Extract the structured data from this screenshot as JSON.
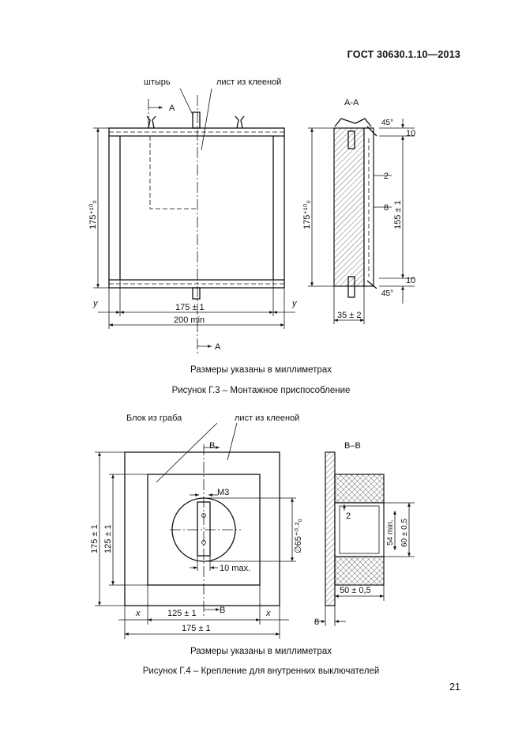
{
  "header": {
    "standard": "ГОСТ 30630.1.10—2013"
  },
  "figure_g3": {
    "label_pin": "штырь",
    "label_plywood": "лист из клееной",
    "section_mark": "А",
    "section_title": "А-А",
    "dim_height": "175⁺¹⁰₀",
    "dim_width_inner": "175 ± 1",
    "dim_width_min": "200 min",
    "axis_y": "у",
    "angle_45": "45°",
    "dim_10": "10",
    "dim_2": "2",
    "dim_8": "8",
    "dim_155": "155 ± 1",
    "dim_35": "35 ± 2",
    "note": "Размеры указаны в миллиметрах",
    "caption": "Рисунок Г.3 – Монтажное приспособление"
  },
  "figure_g4": {
    "label_block": "Блок из граба",
    "label_plywood": "лист из клееной",
    "section_mark": "В",
    "section_title": "В–В",
    "dim_m3": "М3",
    "dim_175_v": "175 ± 1",
    "dim_125_v": "125 ± 1",
    "dim_diam": "∅65⁺⁰·²₀",
    "dim_10max": "10 max.",
    "axis_x": "х",
    "dim_125_h": "125 ± 1",
    "dim_175_h": "175 ± 1",
    "dim_2": "2",
    "dim_54": "54 min.",
    "dim_60": "60 ± 0,5",
    "dim_50": "50 ± 0,5",
    "dim_8": "8",
    "note": "Размеры указаны в миллиметрах",
    "caption": "Рисунок Г.4 – Крепление для внутренних  выключателей"
  },
  "page_number": "21"
}
